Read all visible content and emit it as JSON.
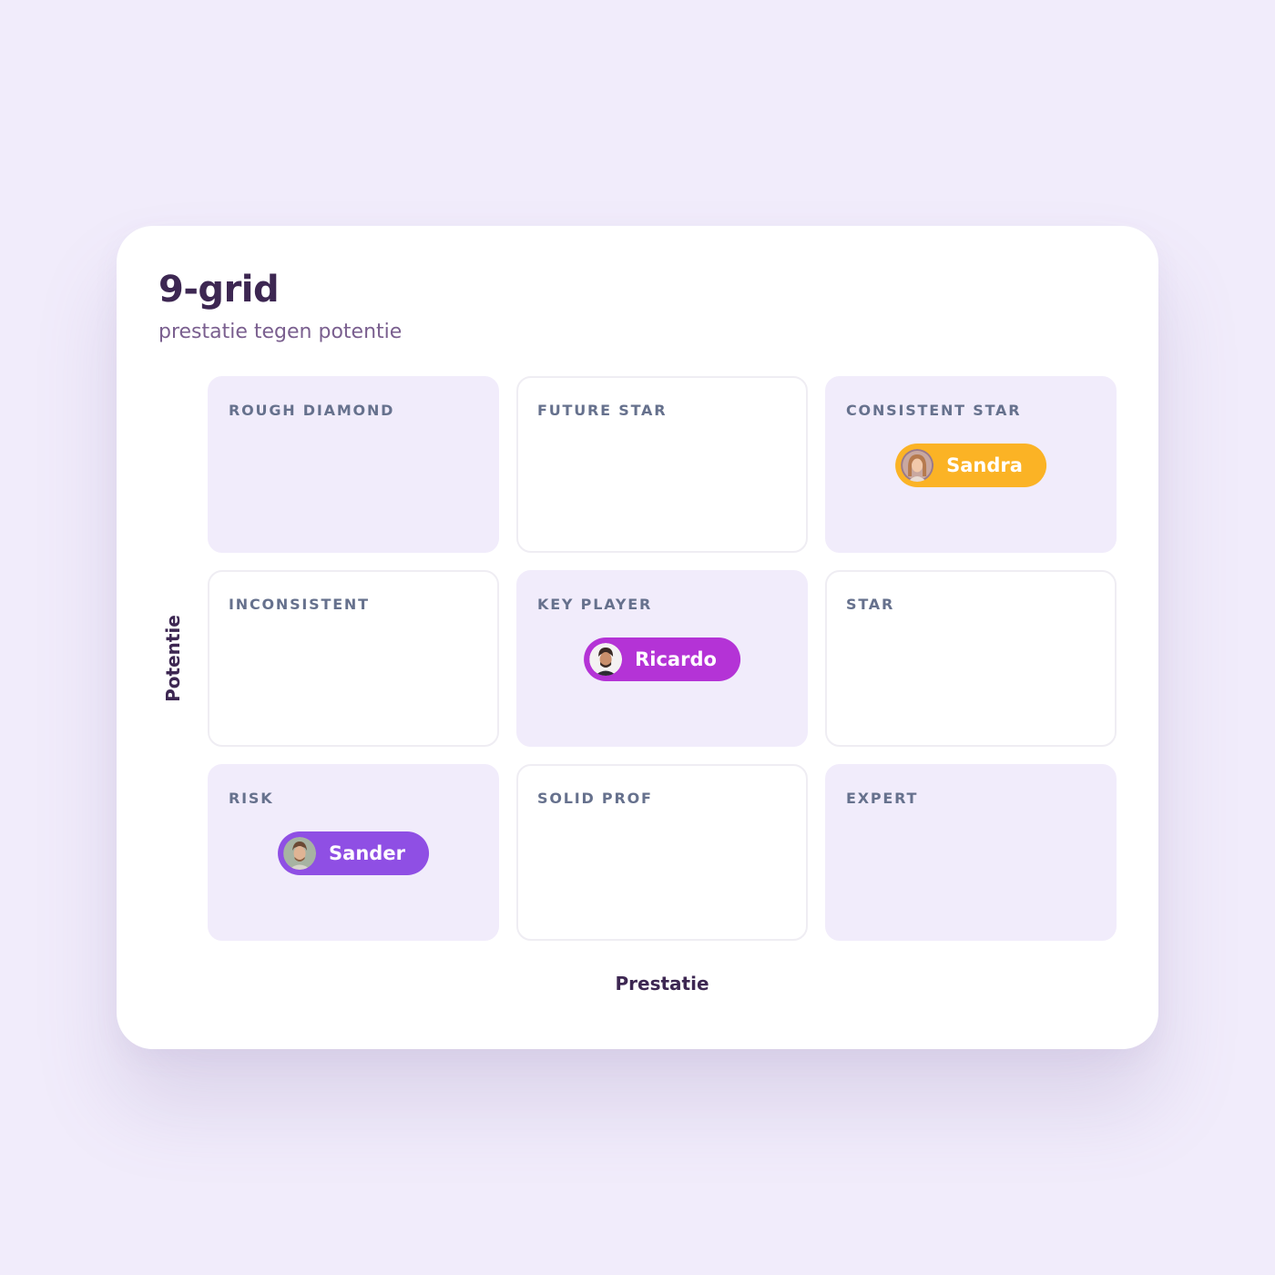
{
  "header": {
    "title": "9-grid",
    "subtitle": "prestatie tegen potentie"
  },
  "axes": {
    "y_label": "Potentie",
    "x_label": "Prestatie"
  },
  "cells": [
    {
      "label": "ROUGH DIAMOND"
    },
    {
      "label": "FUTURE STAR"
    },
    {
      "label": "CONSISTENT STAR",
      "person": {
        "name": "Sandra",
        "color": "#fbb325"
      }
    },
    {
      "label": "INCONSISTENT"
    },
    {
      "label": "KEY PLAYER",
      "person": {
        "name": "Ricardo",
        "color": "#b433d6"
      }
    },
    {
      "label": "STAR"
    },
    {
      "label": "RISK",
      "person": {
        "name": "Sander",
        "color": "#8f4fe4"
      }
    },
    {
      "label": "SOLID PROF"
    },
    {
      "label": "EXPERT"
    }
  ],
  "colors": {
    "background": "#f1ecfb",
    "tinted_cell": "#f1ecfb",
    "heading": "#3d2752",
    "cell_label": "#66718d"
  },
  "icons": [
    "avatar-sandra",
    "avatar-ricardo",
    "avatar-sander"
  ]
}
